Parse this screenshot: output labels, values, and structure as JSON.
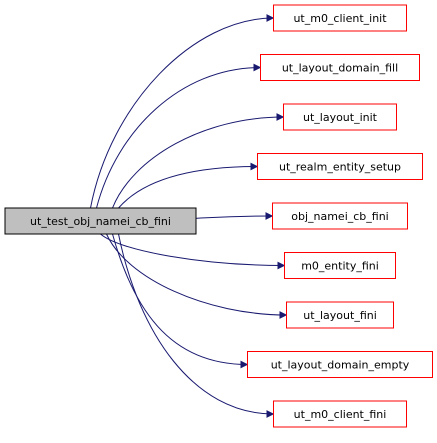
{
  "graph": {
    "source": {
      "label": "ut_test_obj_namei_cb_fini",
      "fill": "#bfbfbf",
      "stroke": "#000000"
    },
    "callees": [
      {
        "label": "ut_m0_client_init"
      },
      {
        "label": "ut_layout_domain_fill"
      },
      {
        "label": "ut_layout_init"
      },
      {
        "label": "ut_realm_entity_setup"
      },
      {
        "label": "obj_namei_cb_fini"
      },
      {
        "label": "m0_entity_fini"
      },
      {
        "label": "ut_layout_fini"
      },
      {
        "label": "ut_layout_domain_empty"
      },
      {
        "label": "ut_m0_client_fini"
      }
    ],
    "colors": {
      "callee_stroke": "#ff0000",
      "callee_fill": "#ffffff",
      "edge": "#191970"
    }
  }
}
